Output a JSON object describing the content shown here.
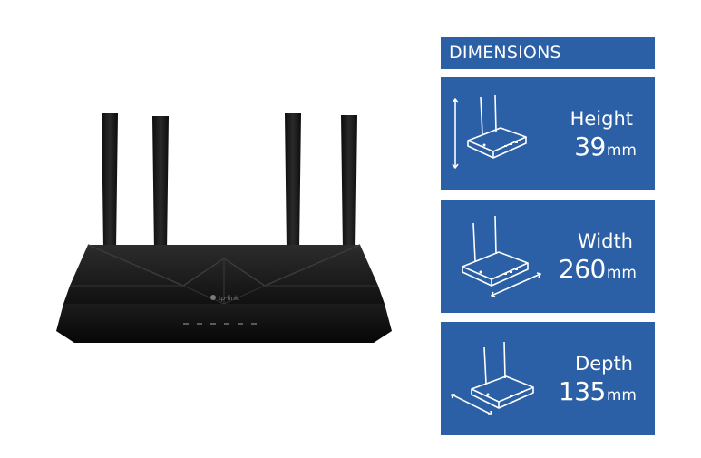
{
  "header": {
    "title": "DIMENSIONS"
  },
  "dimensions": [
    {
      "label": "Height",
      "value": "39",
      "unit": "mm",
      "icon": "router-height-icon"
    },
    {
      "label": "Width",
      "value": "260",
      "unit": "mm",
      "icon": "router-width-icon"
    },
    {
      "label": "Depth",
      "value": "135",
      "unit": "mm",
      "icon": "router-depth-icon"
    }
  ],
  "colors": {
    "panel": "#2b5fa6",
    "text": "#ffffff",
    "router": "#1a1a1a"
  },
  "product": {
    "logo_text": "tp-link"
  }
}
